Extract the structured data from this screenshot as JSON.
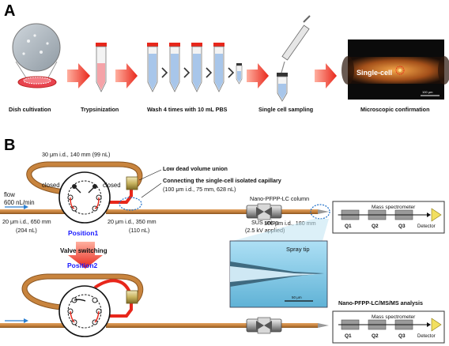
{
  "panel_a": {
    "label": "A",
    "steps": [
      {
        "key": "dish",
        "caption": "Dish cultivation"
      },
      {
        "key": "trypsin",
        "caption": "Trypsinization"
      },
      {
        "key": "wash",
        "caption": "Wash 4 times with 10 mL PBS"
      },
      {
        "key": "sampling",
        "caption": "Single cell sampling"
      },
      {
        "key": "confirm",
        "caption": "Microscopic confirmation"
      }
    ],
    "micrograph_label": "Single-cell",
    "micrograph_scale": "100 μm"
  },
  "panel_b": {
    "label": "B",
    "loop_spec": "30 μm i.d., 140 mm (99 nL)",
    "closed_left": "closed",
    "closed_right": "closed",
    "union_label": "Low dead volume union",
    "capillary_label": "Connecting the single-cell isolated capillary",
    "capillary_spec": "(100 μm i.d., 75 mm, 628 nL)",
    "flow_label": "flow",
    "flow_rate": "600 nL/min",
    "inlet_spec": "20 μm i.d., 650 mm",
    "inlet_volume": "(204 nL)",
    "outlet_spec": "20 μm i.d., 350 mm",
    "outlet_volume": "(110 nL)",
    "position1": "Position1",
    "valve_switching": "Valve switching",
    "position2": "Position2",
    "sus_union": "SUS union",
    "sus_voltage": "(2.5 kV applied)",
    "column_label": "Nano-PFPP-LC column",
    "column_spec": "100 μm i.d., 180 mm",
    "spray_tip": "Spray tip",
    "spray_scale": "50 μm",
    "analysis_label": "Nano-PFPP-LC/MS/MS analysis",
    "ms": {
      "title": "Mass spectrometer",
      "q1": "Q1",
      "q2": "Q2",
      "q3": "Q3",
      "detector": "Detector"
    }
  },
  "colors": {
    "tubing": "#c8843e",
    "tubing_edge": "#8a5520",
    "red_arrow": "#e8271b",
    "blue_text": "#1a1aff",
    "flow_arrow": "#2c7fd1"
  }
}
